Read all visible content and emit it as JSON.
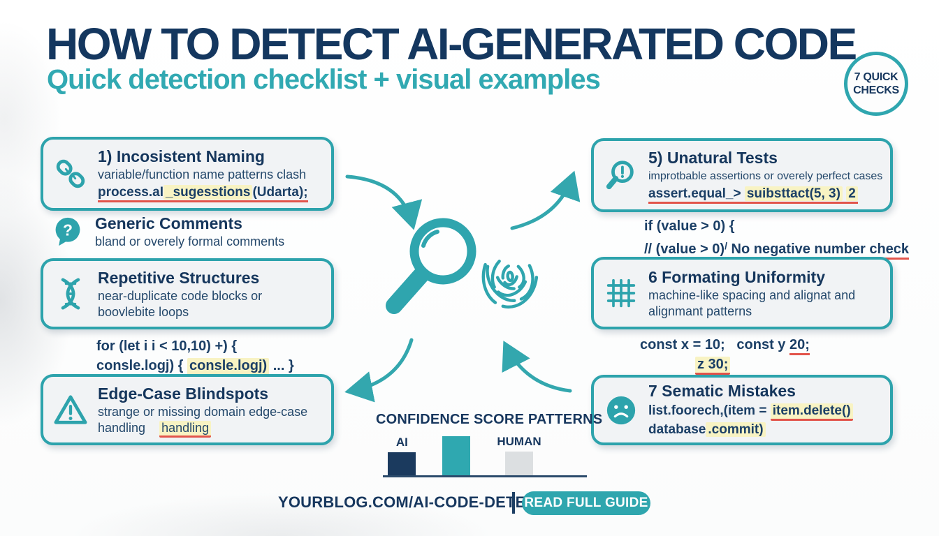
{
  "header": {
    "title": "HOW TO DETECT AI-GENERATED CODE",
    "subtitle": "Quick detection checklist + visual examples",
    "badge_line1": "7 QUICK",
    "badge_line2": "CHECKS"
  },
  "colors": {
    "navy": "#17375e",
    "teal": "#2fa6af",
    "box_fill": "#f1f3f5",
    "highlight_yellow": "#f8f3c3",
    "underline_red": "#e2544b",
    "bar_gray": "#dcdfe1"
  },
  "icons": {
    "item1": "broken-link-icon",
    "item2": "question-bubble-icon",
    "item3": "dna-icon",
    "item4": "warning-triangle-icon",
    "item5": "magnifier-alert-icon",
    "item6": "grid-icon",
    "item7": "sad-face-icon",
    "center": [
      "magnifying-glass-icon",
      "fingerprint-icon",
      "flow-arrows"
    ]
  },
  "left": {
    "item1": {
      "title": "1) Incosistent Naming",
      "desc": "variable/function name patterns clash",
      "code_pre": "process.aI",
      "code_hl": "_sugesstions",
      "code_post": "(Udarta);"
    },
    "item2": {
      "title": "Generic Comments",
      "desc": "bland or overely formal comments"
    },
    "item3": {
      "title": "Repetitive Structures",
      "desc_line1": "near-duplicate code blocks or",
      "desc_line2": "boovlebite loops"
    },
    "code3": {
      "line1": "for (let i i < 10,10) +) {",
      "line2_pre": "consle.logj) { ",
      "line2_hl": "consle.logj)",
      "line2_post": " ... }"
    },
    "item4": {
      "title": "Edge-Case Blindspots",
      "desc_line1": "strange or missing domain edge-case",
      "desc2_pre": "handling",
      "desc2_hl": "handling"
    }
  },
  "right": {
    "item5": {
      "title": "5) Unatural Tests",
      "desc": "improtbable assertions or overely perfect cases",
      "code_pre": "assert.equal_> ",
      "code_hl": "suibsttact(5, 3)",
      "code_sep": " ",
      "code_hl2": "2"
    },
    "code5": {
      "line1": "if (value > 0) {",
      "line2_pre": "// (value > ",
      "line2_u1": "0)",
      "line2_mid": "/",
      "line2_u2": "No negative number check"
    },
    "item6": {
      "title": "6 Formating Uniformity",
      "desc_line1": "machine-like spacing and alignat and",
      "desc_line2": "alignmant patterns"
    },
    "code6": {
      "line1_pre": "const x = 10;   const y ",
      "line1_u": "20;",
      "line2_hl": "z 30;"
    },
    "item7": {
      "title": "7 Sematic Mistakes",
      "code1_pre": "list.foorech,(item = ",
      "code1_hl": "item.delete()",
      "code2_pre": "database",
      "code2_hl": ".commit)"
    }
  },
  "chart_data": {
    "type": "bar",
    "title": "CONFIDENCE SCORE PATTERNS",
    "categories": [
      "AI",
      "",
      "HUMAN"
    ],
    "values": [
      0.6,
      1.0,
      0.62
    ],
    "colors": [
      "#1b3a5e",
      "#2fa8b0",
      "#dcdfe1"
    ],
    "ylabel": "",
    "xlabel": "",
    "axis": "baseline only, no ticks",
    "legend": "none"
  },
  "footer": {
    "url": "YOURBLOG.COM/AI-CODE-DETECTION",
    "button_label": "READ FULL GUIDE"
  }
}
